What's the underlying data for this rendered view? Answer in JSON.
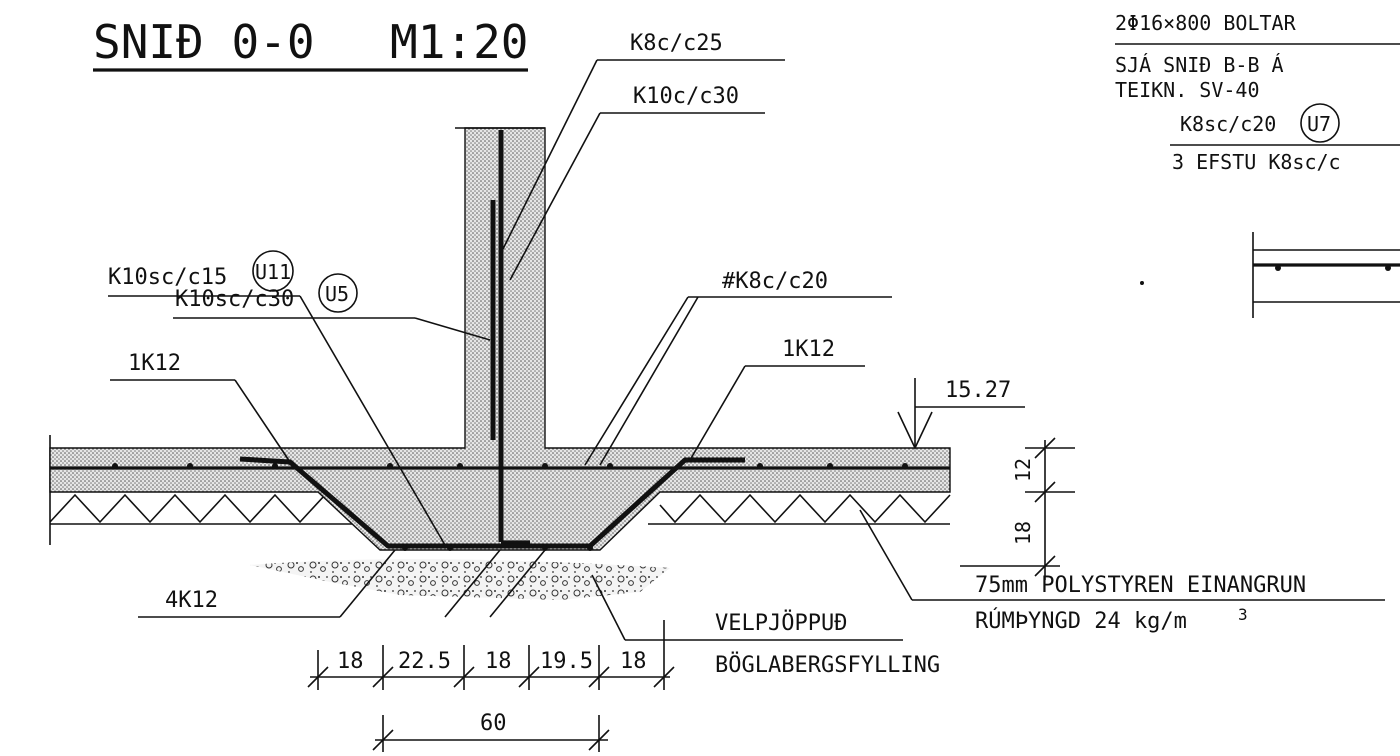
{
  "title": "SNIÐ 0-0",
  "scale": "M1:20",
  "labels": {
    "k8c_c25": "K8c/c25",
    "k10c_c30": "K10c/c30",
    "k10sc_c30": "K10sc/c30",
    "u5": "U5",
    "k10sc_c15": "K10sc/c15",
    "u11": "U11",
    "k8c_c20": "#K8c/c20",
    "one_k12_left": "1K12",
    "one_k12_right": "1K12",
    "elevation": "15.27",
    "four_k12": "4K12",
    "velpjoppud": "VELPJÖPPUÐ",
    "boglaberg": "BÖGLABERGSFYLLING",
    "polystyren": "75mm POLYSTYREN EINANGRUN",
    "rumpyngd": "RÚMÞYNGD 24 kg/m",
    "rumpyngd_exp": "3",
    "bolts": "2Φ16×800 BOLTAR",
    "see_section": "SJÁ SNIÐ B-B Á",
    "see_drawing": "TEIKN. SV-40",
    "k8sc_c20": "K8sc/c20",
    "u7": "U7",
    "three_top": "3 EFSTU K8sc/c"
  },
  "dimensions": {
    "bottom": [
      "18",
      "22.5",
      "18",
      "19.5",
      "18"
    ],
    "total": "60",
    "slab": "12",
    "footing": "18"
  },
  "colors": {
    "ink": "#111111",
    "paper": "#ffffff",
    "hatch": "#9a9a9a"
  }
}
